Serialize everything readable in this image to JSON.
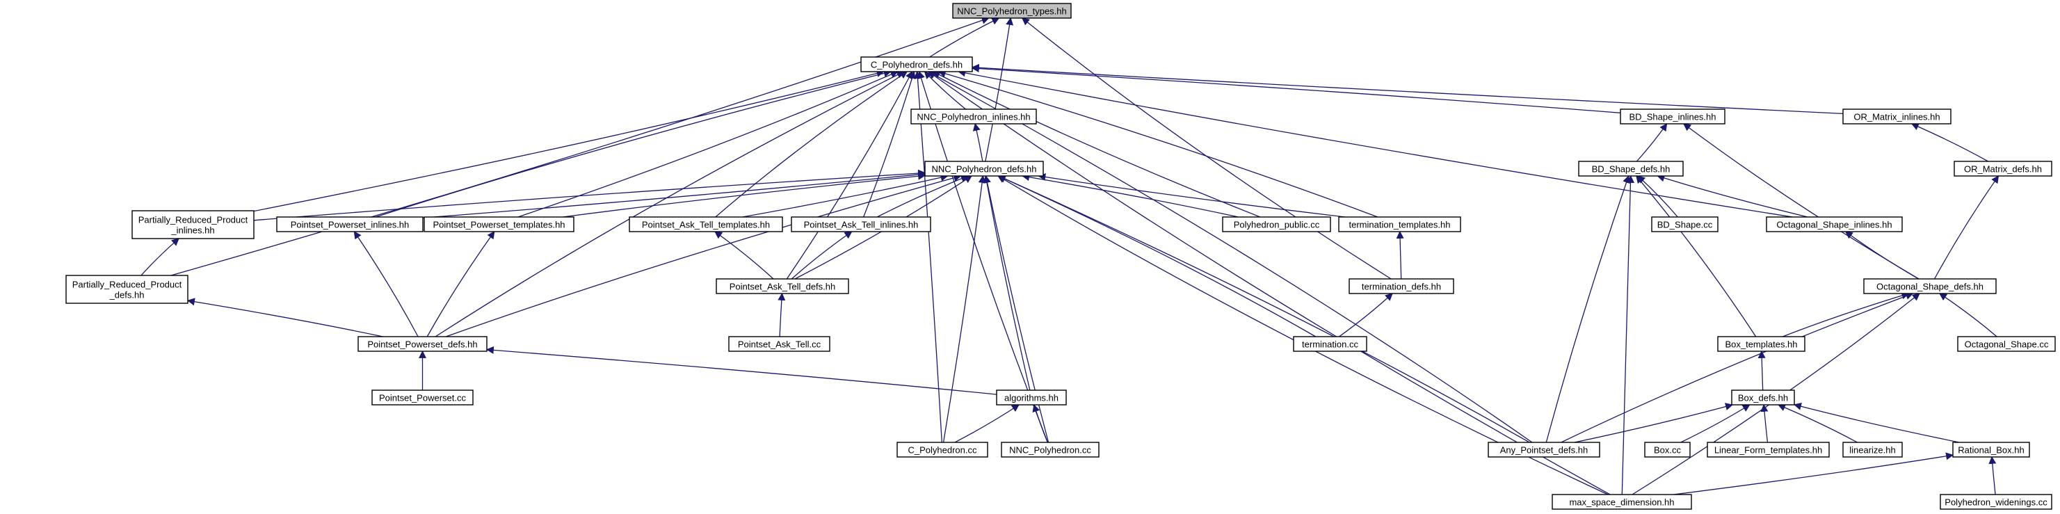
{
  "title": "NNC_Polyhedron_types.hh",
  "colors": {
    "edge": "#191970",
    "root_fill": "#bfbfbf",
    "node_fill": "#ffffff",
    "border": "#000000"
  },
  "nodes": [
    {
      "id": "root",
      "lines": [
        "NNC_Polyhedron_types.hh"
      ]
    },
    {
      "id": "cpoly_defs",
      "lines": [
        "C_Polyhedron_defs.hh"
      ]
    },
    {
      "id": "nnc_inlines",
      "lines": [
        "NNC_Polyhedron_inlines.hh"
      ]
    },
    {
      "id": "bd_inlines",
      "lines": [
        "BD_Shape_inlines.hh"
      ]
    },
    {
      "id": "or_inlines",
      "lines": [
        "OR_Matrix_inlines.hh"
      ]
    },
    {
      "id": "nnc_defs",
      "lines": [
        "NNC_Polyhedron_defs.hh"
      ]
    },
    {
      "id": "bd_defs",
      "lines": [
        "BD_Shape_defs.hh"
      ]
    },
    {
      "id": "or_defs",
      "lines": [
        "OR_Matrix_defs.hh"
      ]
    },
    {
      "id": "prp_inlines",
      "lines": [
        "Partially_Reduced_Product",
        "_inlines.hh"
      ]
    },
    {
      "id": "pp_inlines",
      "lines": [
        "Pointset_Powerset_inlines.hh"
      ]
    },
    {
      "id": "pp_templates",
      "lines": [
        "Pointset_Powerset_templates.hh"
      ]
    },
    {
      "id": "pat_templates",
      "lines": [
        "Pointset_Ask_Tell_templates.hh"
      ]
    },
    {
      "id": "pat_inlines",
      "lines": [
        "Pointset_Ask_Tell_inlines.hh"
      ]
    },
    {
      "id": "poly_public",
      "lines": [
        "Polyhedron_public.cc"
      ]
    },
    {
      "id": "term_templates",
      "lines": [
        "termination_templates.hh"
      ]
    },
    {
      "id": "bd_cc",
      "lines": [
        "BD_Shape.cc"
      ]
    },
    {
      "id": "oct_inlines",
      "lines": [
        "Octagonal_Shape_inlines.hh"
      ]
    },
    {
      "id": "prp_defs",
      "lines": [
        "Partially_Reduced_Product",
        "_defs.hh"
      ]
    },
    {
      "id": "pat_defs",
      "lines": [
        "Pointset_Ask_Tell_defs.hh"
      ]
    },
    {
      "id": "term_defs",
      "lines": [
        "termination_defs.hh"
      ]
    },
    {
      "id": "oct_defs",
      "lines": [
        "Octagonal_Shape_defs.hh"
      ]
    },
    {
      "id": "pp_defs",
      "lines": [
        "Pointset_Powerset_defs.hh"
      ]
    },
    {
      "id": "pat_cc",
      "lines": [
        "Pointset_Ask_Tell.cc"
      ]
    },
    {
      "id": "term_cc",
      "lines": [
        "termination.cc"
      ]
    },
    {
      "id": "box_templates",
      "lines": [
        "Box_templates.hh"
      ]
    },
    {
      "id": "oct_cc",
      "lines": [
        "Octagonal_Shape.cc"
      ]
    },
    {
      "id": "pp_cc",
      "lines": [
        "Pointset_Powerset.cc"
      ]
    },
    {
      "id": "algorithms",
      "lines": [
        "algorithms.hh"
      ]
    },
    {
      "id": "box_defs",
      "lines": [
        "Box_defs.hh"
      ]
    },
    {
      "id": "cpoly_cc",
      "lines": [
        "C_Polyhedron.cc"
      ]
    },
    {
      "id": "nnc_cc",
      "lines": [
        "NNC_Polyhedron.cc"
      ]
    },
    {
      "id": "any_pp_defs",
      "lines": [
        "Any_Pointset_defs.hh"
      ]
    },
    {
      "id": "box_cc",
      "lines": [
        "Box.cc"
      ]
    },
    {
      "id": "lft",
      "lines": [
        "Linear_Form_templates.hh"
      ]
    },
    {
      "id": "linearize",
      "lines": [
        "linearize.hh"
      ]
    },
    {
      "id": "rational_box",
      "lines": [
        "Rational_Box.hh"
      ]
    },
    {
      "id": "max_space",
      "lines": [
        "max_space_dimension.hh"
      ]
    },
    {
      "id": "poly_widen",
      "lines": [
        "Polyhedron_widenings.cc"
      ]
    }
  ]
}
